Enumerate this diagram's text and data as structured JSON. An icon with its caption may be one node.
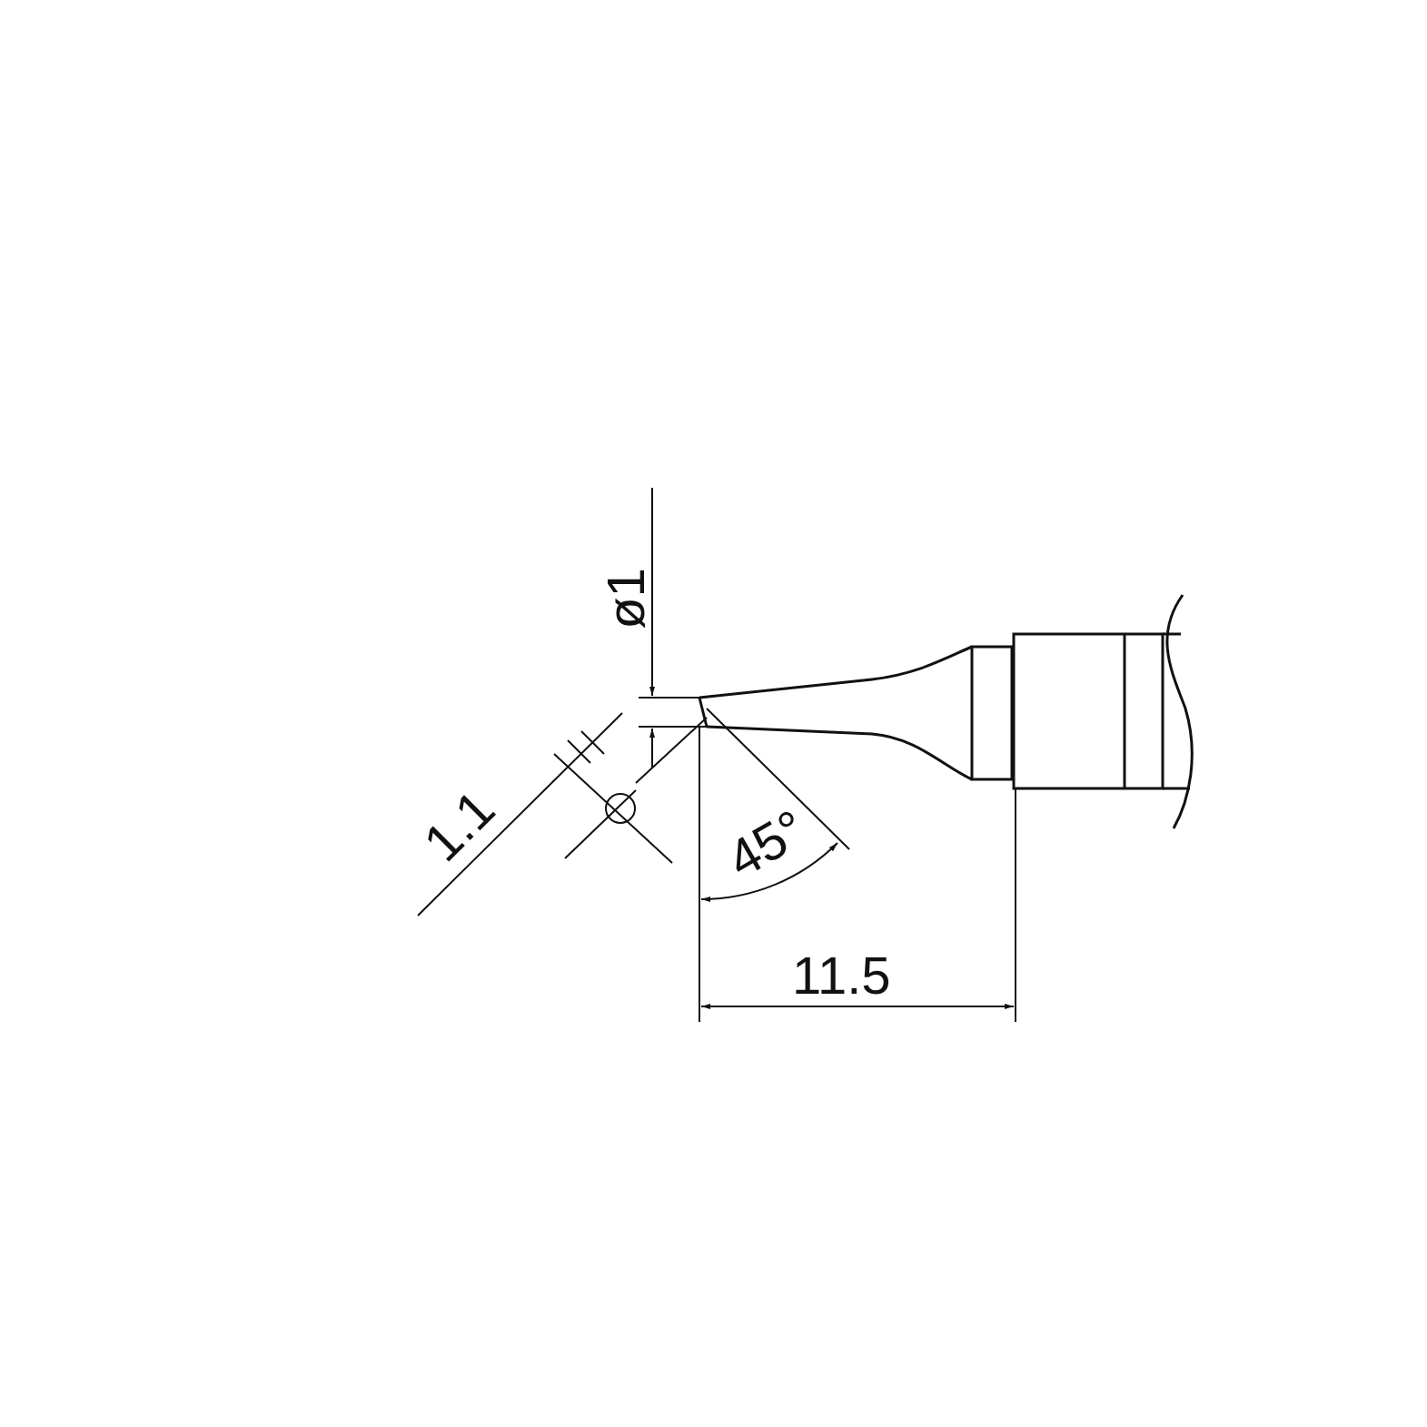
{
  "diagram": {
    "labels": [
      "ø1",
      "1.1",
      "45°",
      "11.5"
    ]
  }
}
